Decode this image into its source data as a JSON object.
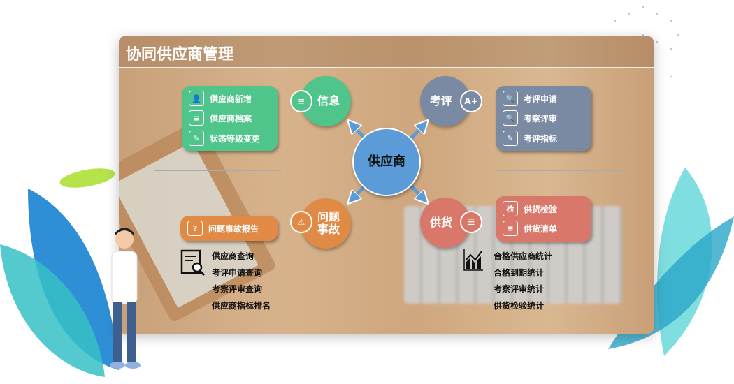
{
  "title": "协同供应商管理",
  "center": "供应商",
  "info": {
    "label": "信息",
    "items": [
      "供应商新增",
      "供应商档案",
      "状态等级变更"
    ],
    "color": "#4fc48b"
  },
  "review": {
    "label": "考评",
    "items": [
      "考评申请",
      "考察评审",
      "考评指标"
    ],
    "color": "#7b8aa3"
  },
  "issue": {
    "label": "问题事故",
    "items": [
      "问题事故报告"
    ],
    "color": "#e08a45"
  },
  "supply": {
    "label": "供货",
    "items": [
      "供货检验",
      "供货清单"
    ],
    "color": "#d9776a"
  },
  "queries": [
    "供应商查询",
    "考评申请查询",
    "考察评审查询",
    "供应商指标排名"
  ],
  "stats": [
    "合格供应商统计",
    "合格到期统计",
    "考察评审统计",
    "供货检验统计"
  ],
  "icons": {
    "check_glyph": "检"
  }
}
